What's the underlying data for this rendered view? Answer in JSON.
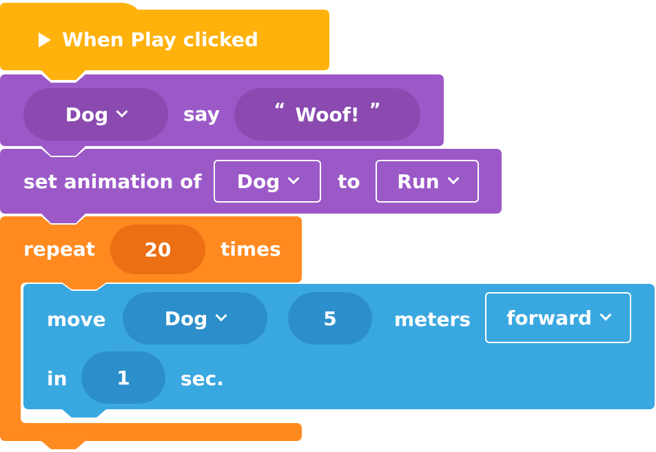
{
  "colors": {
    "event": "#ffb20b",
    "looks": "#9b59c8",
    "control": "#ff8a1f",
    "motion": "#3aa8e0"
  },
  "play_icon": "play-triangle-icon",
  "dropdown_icon": "chevron-down-icon",
  "event_block": {
    "label": "When Play clicked"
  },
  "say_block": {
    "actor": "Dog",
    "verb": "say",
    "open_quote": "“",
    "message": "Woof!",
    "close_quote": "”"
  },
  "animation_block": {
    "prefix": "set animation of",
    "actor": "Dog",
    "joiner": "to",
    "animation": "Run"
  },
  "repeat_block": {
    "prefix": "repeat",
    "count": "20",
    "suffix": "times"
  },
  "move_block": {
    "verb": "move",
    "actor": "Dog",
    "distance": "5",
    "unit": "meters",
    "direction": "forward",
    "in_label": "in",
    "duration": "1",
    "duration_unit": "sec."
  }
}
